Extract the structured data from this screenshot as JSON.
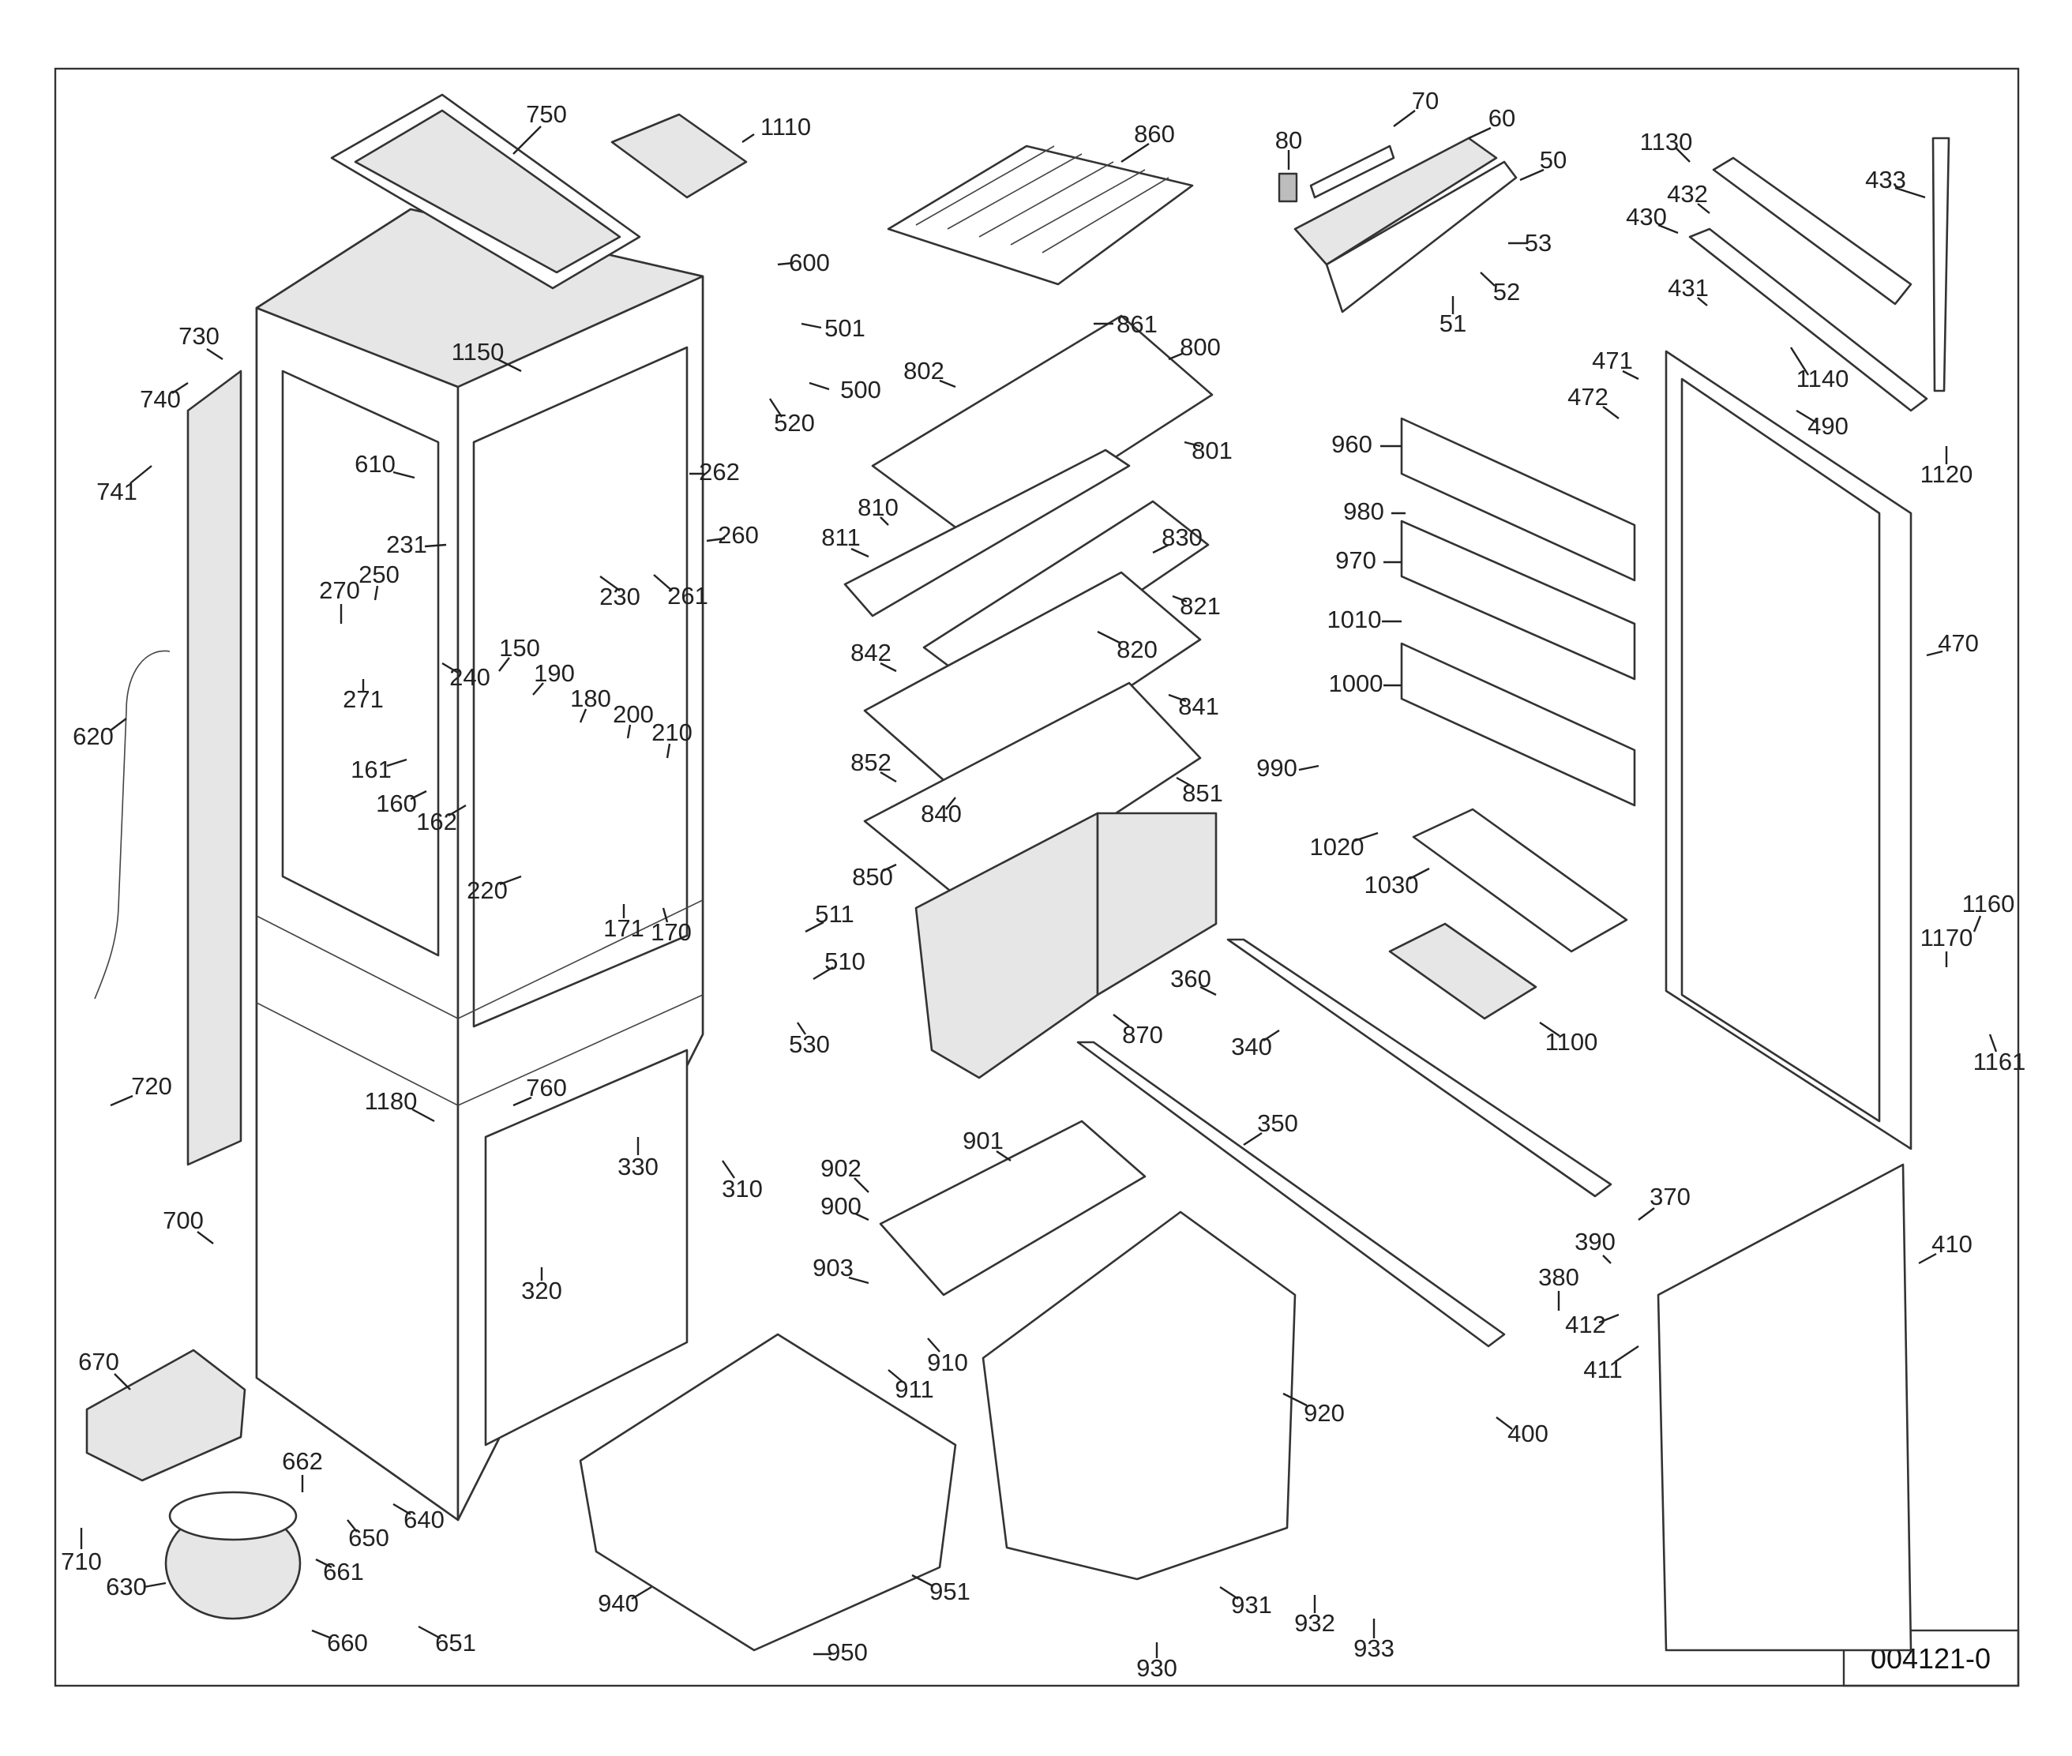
{
  "drawing_number": "004121-0",
  "callouts": [
    "750",
    "1110",
    "860",
    "80",
    "70",
    "60",
    "50",
    "53",
    "52",
    "51",
    "1130",
    "432",
    "430",
    "433",
    "431",
    "1140",
    "490",
    "1120",
    "600",
    "501",
    "500",
    "520",
    "861",
    "800",
    "802",
    "801",
    "730",
    "740",
    "741",
    "1150",
    "610",
    "262",
    "231",
    "260",
    "230",
    "261",
    "810",
    "811",
    "830",
    "821",
    "820",
    "842",
    "841",
    "852",
    "851",
    "840",
    "850",
    "270",
    "250",
    "271",
    "240",
    "150",
    "190",
    "180",
    "200",
    "210",
    "161",
    "160",
    "162",
    "220",
    "171",
    "170",
    "620",
    "511",
    "510",
    "530",
    "870",
    "360",
    "340",
    "960",
    "980",
    "970",
    "1010",
    "1000",
    "990",
    "1020",
    "1030",
    "1100",
    "471",
    "472",
    "470",
    "1160",
    "1170",
    "1161",
    "720",
    "1180",
    "760",
    "330",
    "310",
    "700",
    "320",
    "902",
    "901",
    "900",
    "903",
    "910",
    "911",
    "350",
    "370",
    "390",
    "380",
    "412",
    "411",
    "410",
    "400",
    "670",
    "662",
    "640",
    "650",
    "661",
    "710",
    "630",
    "660",
    "651",
    "940",
    "951",
    "950",
    "920",
    "930",
    "931",
    "932",
    "933"
  ]
}
